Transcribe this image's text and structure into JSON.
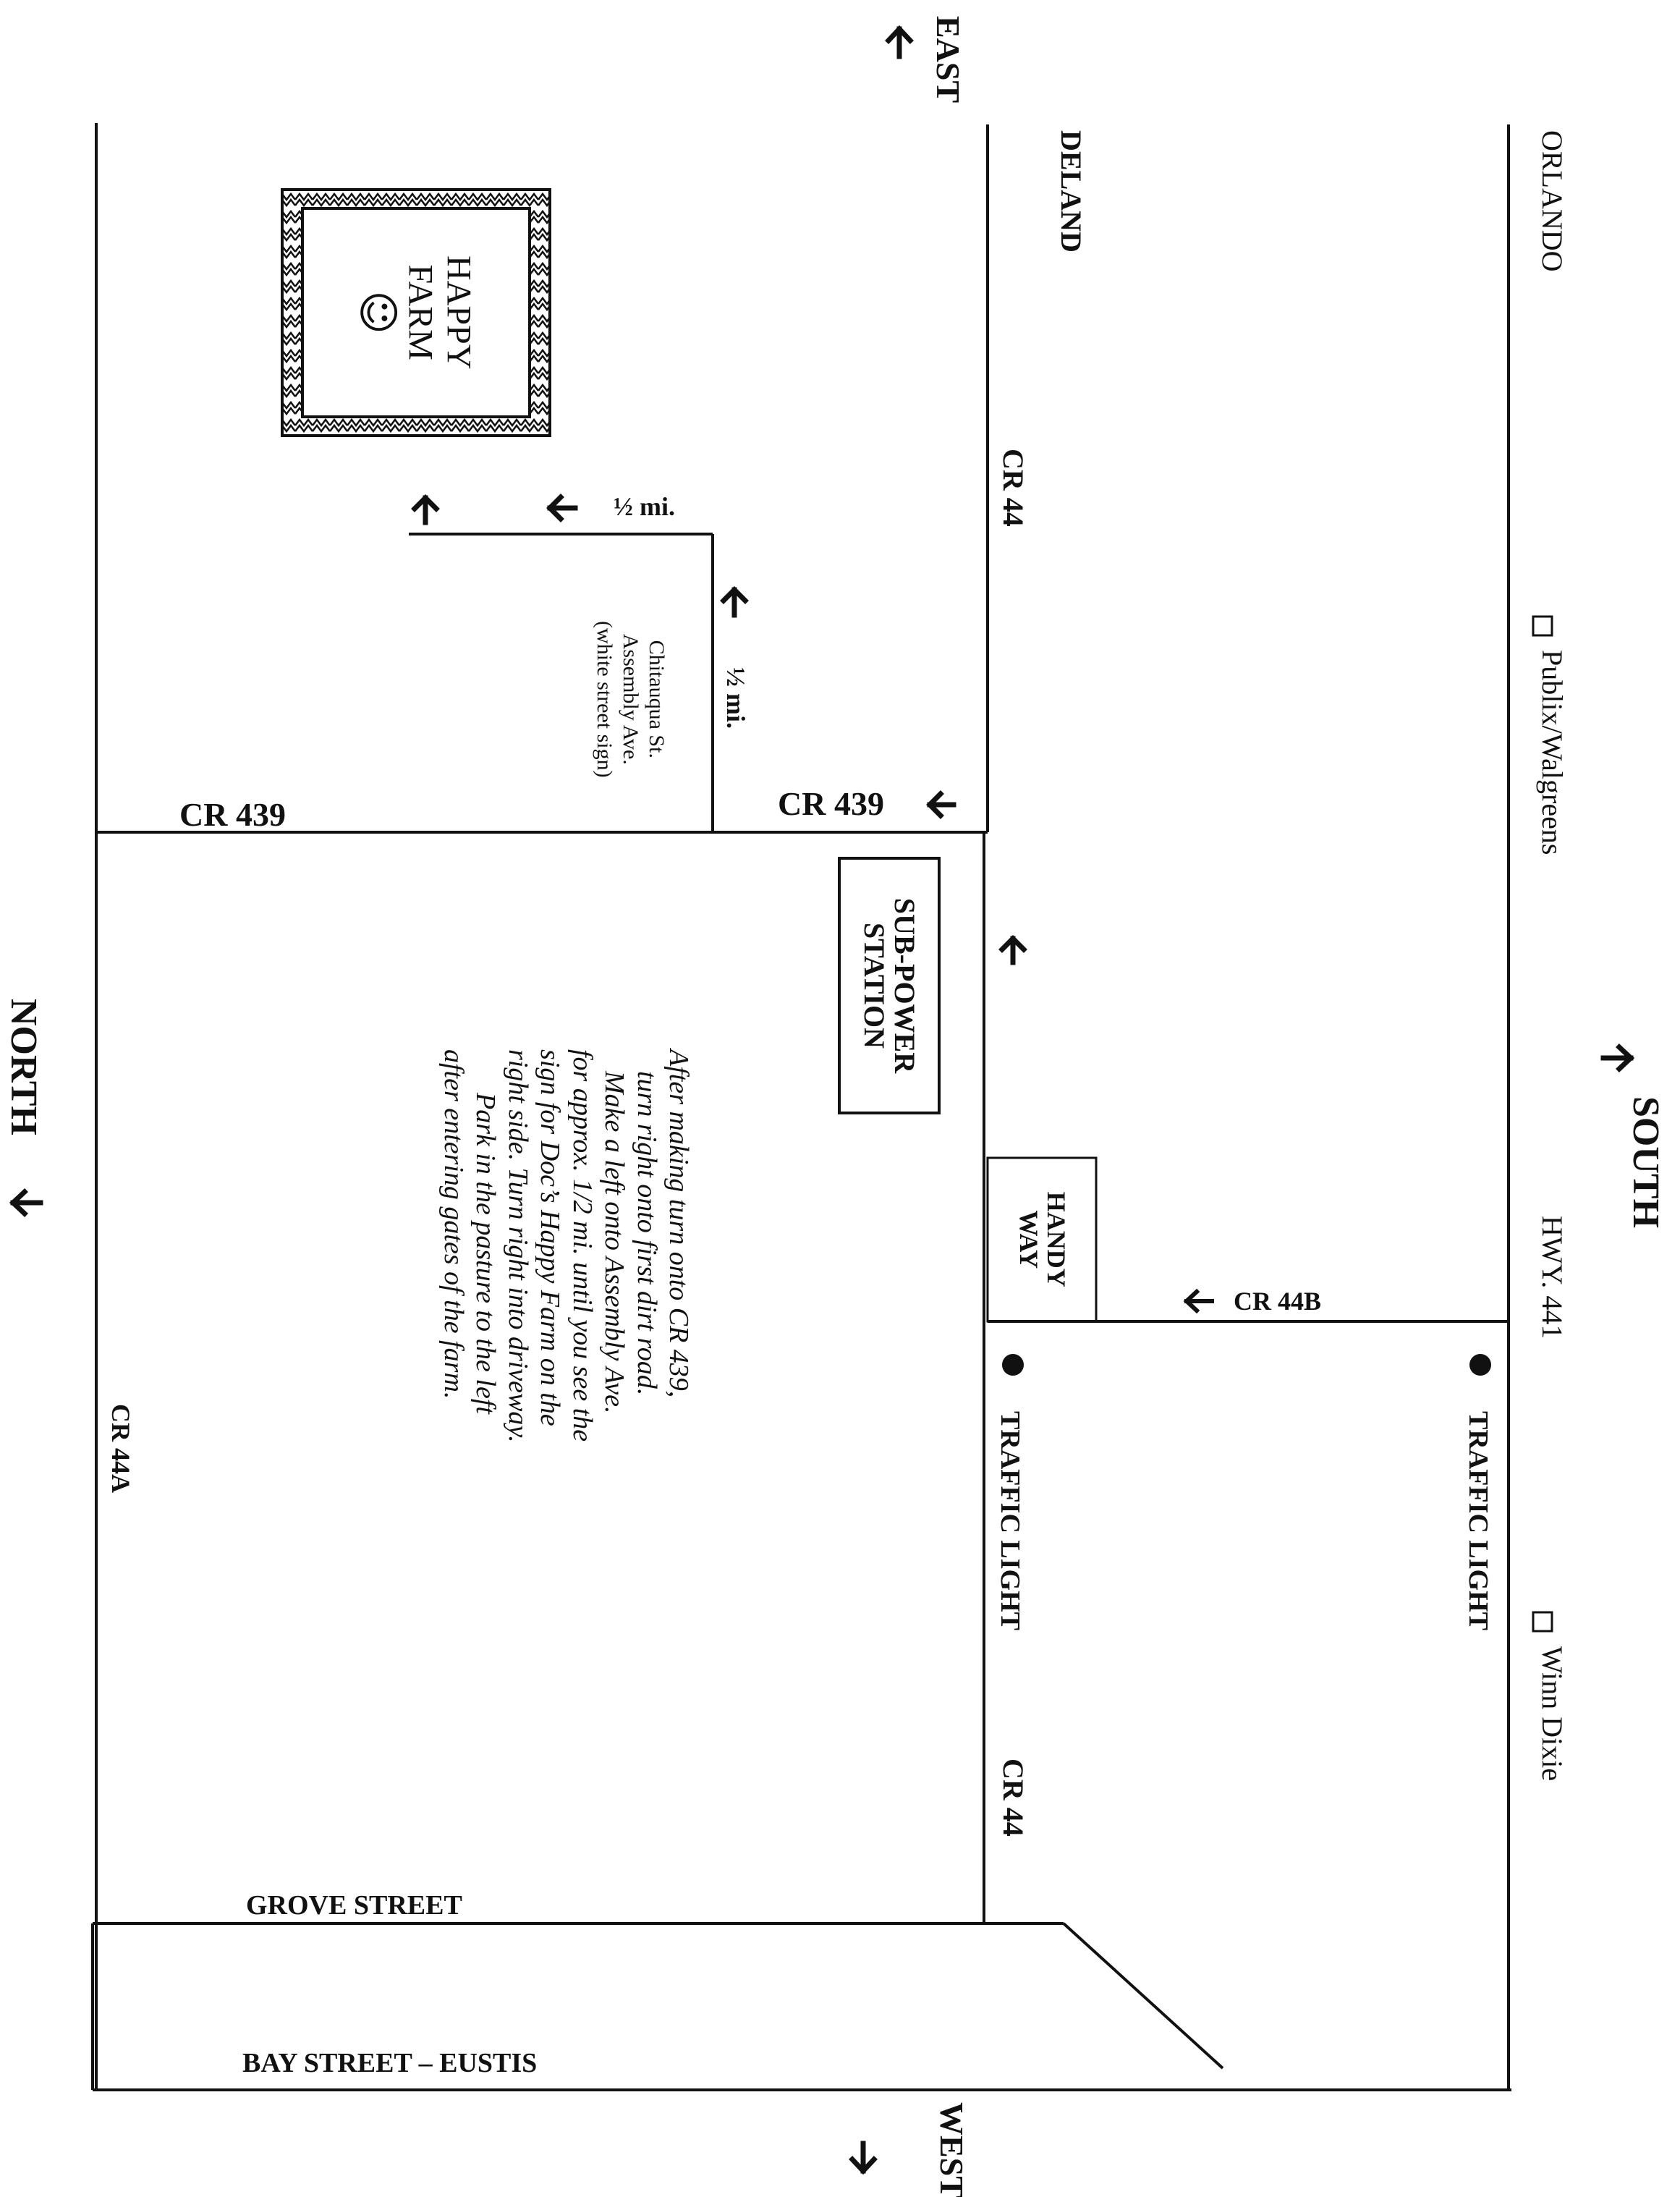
{
  "compass": {
    "east": "EAST",
    "west": "WEST",
    "north": "NORTH",
    "south": "SOUTH"
  },
  "places": {
    "orlando": "ORLANDO",
    "deland": "DELAND",
    "publix": "Publix/Walgreens",
    "winn_dixie": "Winn Dixie",
    "hwy_441": "HWY. 441",
    "traffic_light_1": "TRAFFIC LIGHT",
    "traffic_light_2": "TRAFFIC LIGHT"
  },
  "roads": {
    "cr44_top": "CR 44",
    "cr44_bottom": "CR 44",
    "cr439_main": "CR 439",
    "cr439_left": "CR 439",
    "cr44b": "CR 44B",
    "cr44a": "CR 44A",
    "grove_street": "GROVE STREET",
    "bay_street": "BAY STREET – EUSTIS"
  },
  "boxes": {
    "sub_power_line1": "SUB-POWER",
    "sub_power_line2": "STATION",
    "handy_line1": "HANDY",
    "handy_line2": "WAY",
    "farm_line1": "HAPPY",
    "farm_line2": "FARM",
    "farm_face": "☺"
  },
  "assembly": {
    "distance_right": "½ mi.",
    "distance_up": "½ mi.",
    "sign_line1": "Chitauqua St.",
    "sign_line2": "Assembly Ave.",
    "sign_line3": "(white street sign)"
  },
  "directions": [
    "After making turn onto CR 439,",
    "turn right onto first dirt road.",
    "Make a left onto Assembly Ave.",
    "for approx. 1/2 mi. until you see the",
    "sign for Doc’s Happy Farm on the",
    "right side. Turn right into driveway.",
    "Park in the pasture to the left",
    "after entering gates of the farm."
  ],
  "colors": {
    "ink": "#111111",
    "paper": "#ffffff"
  }
}
